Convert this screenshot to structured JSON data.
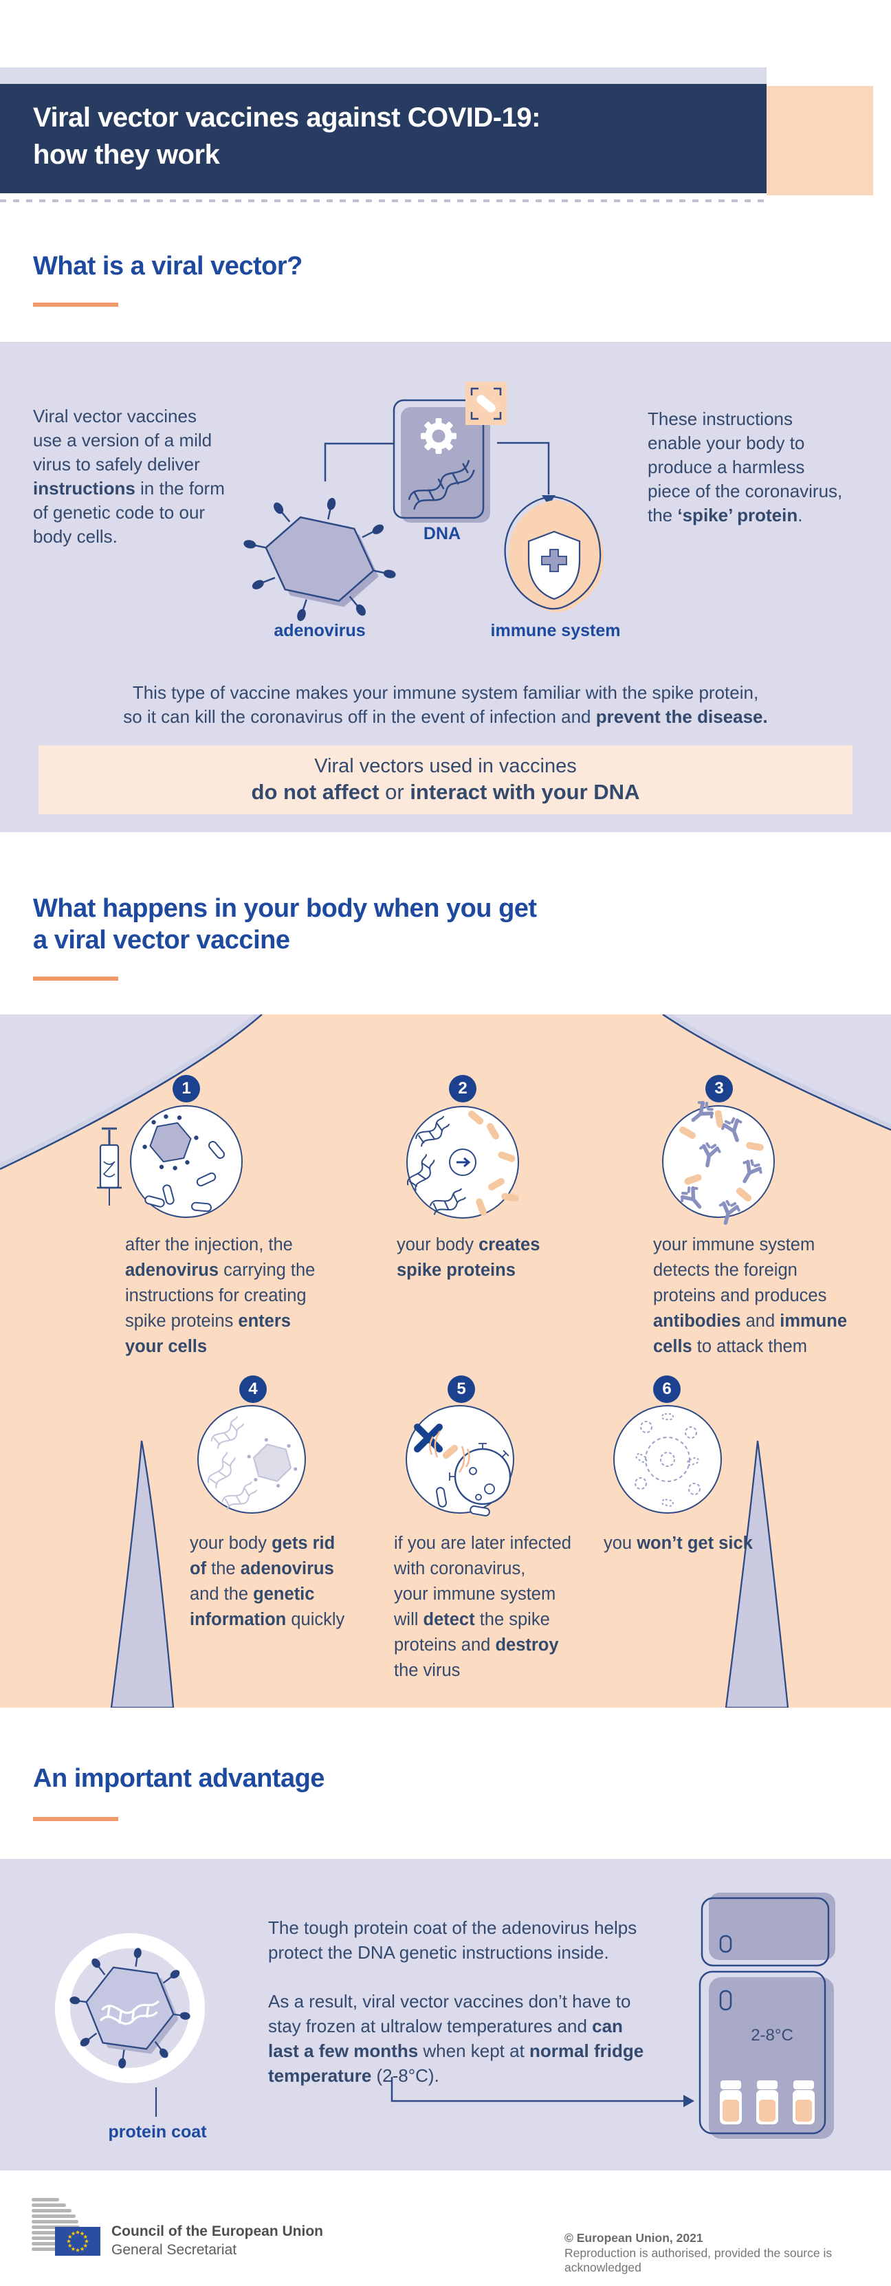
{
  "header": {
    "title": "Viral vector vaccines against COVID-19:\nhow they work"
  },
  "section1": {
    "title": "What is a viral vector?",
    "intro_left": [
      "Viral vector vaccines\nuse a version of a mild\nvirus to safely deliver\n",
      {
        "t": "instructions",
        "b": true
      },
      " in the form\nof genetic code to our\nbody cells."
    ],
    "intro_right": [
      "These instructions\nenable your body to\nproduce a harmless\npiece of the coronavirus,\nthe ",
      {
        "t": "‘spike’ protein",
        "b": true
      },
      "."
    ],
    "label_adenovirus": "adenovirus",
    "label_dna": "DNA",
    "label_immune": "immune system",
    "familiar": [
      "This type of vaccine makes your immune system familiar with the spike protein,\nso it can kill the coronavirus off in the event of infection and ",
      {
        "t": "prevent the disease.",
        "b": true
      }
    ],
    "note": {
      "line1": "Viral vectors used in vaccines",
      "line2": [
        {
          "t": "do not affect",
          "b": true
        },
        " or ",
        {
          "t": "interact with your DNA",
          "b": true
        }
      ]
    }
  },
  "section2": {
    "title": "What happens in your body when you get\na viral vector vaccine",
    "steps": [
      {
        "num": "1",
        "text": [
          "after the injection, the\n",
          {
            "t": "adenovirus",
            "b": true
          },
          " carrying the\ninstructions for creating\nspike proteins ",
          {
            "t": "enters\nyour cells",
            "b": true
          }
        ]
      },
      {
        "num": "2",
        "text": [
          "your body ",
          {
            "t": "creates\nspike proteins",
            "b": true
          }
        ]
      },
      {
        "num": "3",
        "text": [
          "your immune system\ndetects the foreign\nproteins and produces\n",
          {
            "t": "antibodies",
            "b": true
          },
          " and ",
          {
            "t": "immune\ncells",
            "b": true
          },
          " to attack them"
        ]
      },
      {
        "num": "4",
        "text": [
          "your body ",
          {
            "t": "gets rid\nof",
            "b": true
          },
          " the ",
          {
            "t": "adenovirus",
            "b": true
          },
          "\nand the ",
          {
            "t": "genetic\ninformation",
            "b": true
          },
          " quickly"
        ]
      },
      {
        "num": "5",
        "text": [
          "if you are later infected\nwith coronavirus,\nyour immune system\nwill ",
          {
            "t": "detect",
            "b": true
          },
          " the spike\nproteins and ",
          {
            "t": "destroy",
            "b": true
          },
          "\nthe virus"
        ]
      },
      {
        "num": "6",
        "text": [
          "you ",
          {
            "t": "won’t get sick",
            "b": true
          }
        ]
      }
    ]
  },
  "section3": {
    "title": "An important advantage",
    "p1": "The tough protein coat of the adenovirus helps\nprotect the DNA genetic instructions inside.",
    "p2": [
      "As a result, viral vector vaccines don’t have to\nstay frozen at ultralow temperatures and ",
      {
        "t": "can\nlast a few months",
        "b": true
      },
      " when kept at ",
      {
        "t": "normal fridge\ntemperature",
        "b": true
      },
      " (2-8°C)."
    ],
    "fridge_temp": "2-8°C",
    "label_protein_coat": "protein coat"
  },
  "footer": {
    "org": "Council of the European Union",
    "dept": "General Secretariat",
    "copyright": "© European Union, 2021",
    "license": "Reproduction is authorised, provided the source is acknowledged"
  },
  "icons": {
    "adenovirus-icon": "hexagon virus with spikes",
    "dna-card-icon": "card with gear and DNA helix",
    "gear-icon": "gear",
    "spike-protein-chip-icon": "peach square with pill in crop marks",
    "immune-shield-icon": "shield with cross in blob",
    "syringe-icon": "syringe",
    "arrow-down-icon": "elbow arrow",
    "x-icon": "cross mark",
    "coronavirus-icon": "coronavirus ball",
    "antibody-icon": "Y antibody",
    "fridge-icon": "refrigerator",
    "vial-icon": "vaccine vial",
    "protein-coat-icon": "white ring around virus",
    "eu-flag-icon": "EU flag with stars",
    "council-logo-icon": "striped lantern logo"
  },
  "colors": {
    "navy_header": "#283B60",
    "royal_blue": "#1D4A9E",
    "badge_blue": "#1C418F",
    "orange": "#F2996B",
    "lavender": "#DBDBEB",
    "peach_body": "#FBDCC2",
    "peach_note": "#FCE9DC",
    "peach_accent": "#F9D3B4",
    "card_gray": "#A9AAC8",
    "outline_navy": "#2E4A86",
    "text_navy": "#33496E"
  }
}
